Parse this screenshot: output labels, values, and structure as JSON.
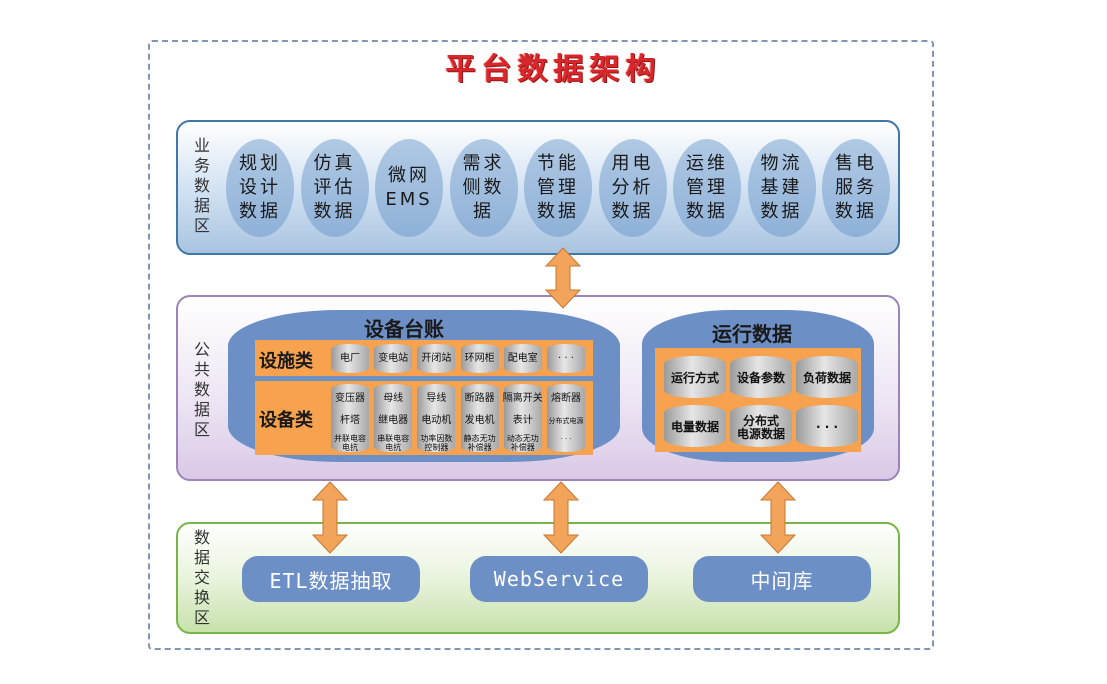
{
  "title": "平台数据架构",
  "zones": {
    "business": {
      "label": [
        "业",
        "务",
        "数",
        "据",
        "区"
      ],
      "items": [
        {
          "text": "规划\n设计\n数据"
        },
        {
          "text": "仿真\n评估\n数据"
        },
        {
          "text": "微网\nEMS"
        },
        {
          "text": "需求\n侧数\n据"
        },
        {
          "text": "节能\n管理\n数据"
        },
        {
          "text": "用电\n分析\n数据"
        },
        {
          "text": "运维\n管理\n数据"
        },
        {
          "text": "物流\n基建\n数据"
        },
        {
          "text": "售电\n服务\n数据"
        }
      ]
    },
    "public": {
      "label": [
        "公",
        "共",
        "数",
        "据",
        "区"
      ],
      "ledger": {
        "title": "设备台账",
        "facility": {
          "label": "设施类",
          "items": [
            "电厂",
            "变电站",
            "开闭站",
            "环网柜",
            "配电室",
            "· · ·"
          ]
        },
        "equipment": {
          "label": "设备类",
          "columns": [
            [
              "变压器",
              "杆塔",
              "并联电容\n电抗"
            ],
            [
              "母线",
              "继电器",
              "串联电容\n电抗"
            ],
            [
              "导线",
              "电动机",
              "功率因数\n控制器"
            ],
            [
              "断路器",
              "发电机",
              "静态无功\n补偿器"
            ],
            [
              "隔离开关",
              "表计",
              "动态无功\n补偿器"
            ],
            [
              "熔断器",
              "分布式电源",
              "· · ·"
            ]
          ]
        }
      },
      "runtime": {
        "title": "运行数据",
        "items": [
          "运行方式",
          "设备参数",
          "负荷数据",
          "电量数据",
          "分布式\n电源数据",
          "· · ·"
        ]
      }
    },
    "exchange": {
      "label": [
        "数",
        "据",
        "交",
        "换",
        "区"
      ],
      "items": [
        "ETL数据抽取",
        "WebService",
        "中间库"
      ]
    }
  },
  "colors": {
    "title": "#d9262a",
    "ellipse": "#6c8fc6",
    "orange": "#f6a24e",
    "arrow": "#f2a45a",
    "business_border": "#3f77a8",
    "public_border": "#9c84b8",
    "exchange_border": "#77b548"
  }
}
